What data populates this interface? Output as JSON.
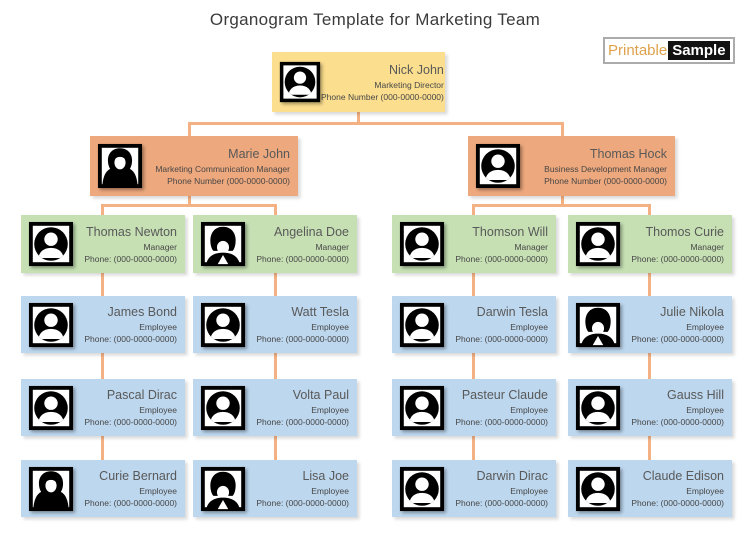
{
  "title": "Organogram Template for Marketing Team",
  "logo": {
    "word1": "Printable",
    "word2": "Sample"
  },
  "colors": {
    "level1_bg": "#FBDE8E",
    "level2_bg": "#EDA87D",
    "level3_bg": "#C6E0B4",
    "level4_bg": "#BDD7EE",
    "connector": "#F4B183",
    "logo_word1": "#DFA14C",
    "logo_word2_bg": "#121212"
  },
  "director": {
    "name": "Nick John",
    "role": "Marketing Director",
    "phone": "Phone Number (000-0000-0000)",
    "avatar": "male-avatar-icon"
  },
  "managers": [
    {
      "name": "Marie John",
      "role": "Marketing Communication Manager",
      "phone": "Phone Number (000-0000-0000)",
      "avatar": "female-long-hair-avatar-icon"
    },
    {
      "name": "Thomas Hock",
      "role": "Business Development Manager",
      "phone": "Phone Number (000-0000-0000)",
      "avatar": "male-avatar-icon"
    }
  ],
  "teams": [
    {
      "lead": {
        "name": "Thomas Newton",
        "role": "Manager",
        "phone": "Phone: (000-0000-0000)",
        "avatar": "male-avatar-icon"
      },
      "members": [
        {
          "name": "James Bond",
          "role": "Employee",
          "phone": "Phone: (000-0000-0000)",
          "avatar": "male-avatar-icon"
        },
        {
          "name": "Pascal Dirac",
          "role": "Employee",
          "phone": "Phone: (000-0000-0000)",
          "avatar": "male-avatar-icon"
        },
        {
          "name": "Curie Bernard",
          "role": "Employee",
          "phone": "Phone: (000-0000-0000)",
          "avatar": "female-long-hair-avatar-icon"
        }
      ]
    },
    {
      "lead": {
        "name": "Angelina Doe",
        "role": "Manager",
        "phone": "Phone: (000-0000-0000)",
        "avatar": "female-bob-avatar-icon"
      },
      "members": [
        {
          "name": "Watt Tesla",
          "role": "Employee",
          "phone": "Phone: (000-0000-0000)",
          "avatar": "male-avatar-icon"
        },
        {
          "name": "Volta Paul",
          "role": "Employee",
          "phone": "Phone: (000-0000-0000)",
          "avatar": "male-avatar-icon"
        },
        {
          "name": "Lisa Joe",
          "role": "Employee",
          "phone": "Phone: (000-0000-0000)",
          "avatar": "female-bob-avatar-icon"
        }
      ]
    },
    {
      "lead": {
        "name": "Thomson Will",
        "role": "Manager",
        "phone": "Phone: (000-0000-0000)",
        "avatar": "male-avatar-icon"
      },
      "members": [
        {
          "name": "Darwin Tesla",
          "role": "Employee",
          "phone": "Phone: (000-0000-0000)",
          "avatar": "male-avatar-icon"
        },
        {
          "name": "Pasteur Claude",
          "role": "Employee",
          "phone": "Phone: (000-0000-0000)",
          "avatar": "male-avatar-icon"
        },
        {
          "name": "Darwin Dirac",
          "role": "Employee",
          "phone": "Phone: (000-0000-0000)",
          "avatar": "male-avatar-icon"
        }
      ]
    },
    {
      "lead": {
        "name": "Thomos Curie",
        "role": "Manager",
        "phone": "Phone: (000-0000-0000)",
        "avatar": "male-avatar-icon"
      },
      "members": [
        {
          "name": "Julie Nikola",
          "role": "Employee",
          "phone": "Phone: (000-0000-0000)",
          "avatar": "female-bob-avatar-icon"
        },
        {
          "name": "Gauss Hill",
          "role": "Employee",
          "phone": "Phone: (000-0000-0000)",
          "avatar": "male-avatar-icon"
        },
        {
          "name": "Claude Edison",
          "role": "Employee",
          "phone": "Phone: (000-0000-0000)",
          "avatar": "male-avatar-icon"
        }
      ]
    }
  ]
}
